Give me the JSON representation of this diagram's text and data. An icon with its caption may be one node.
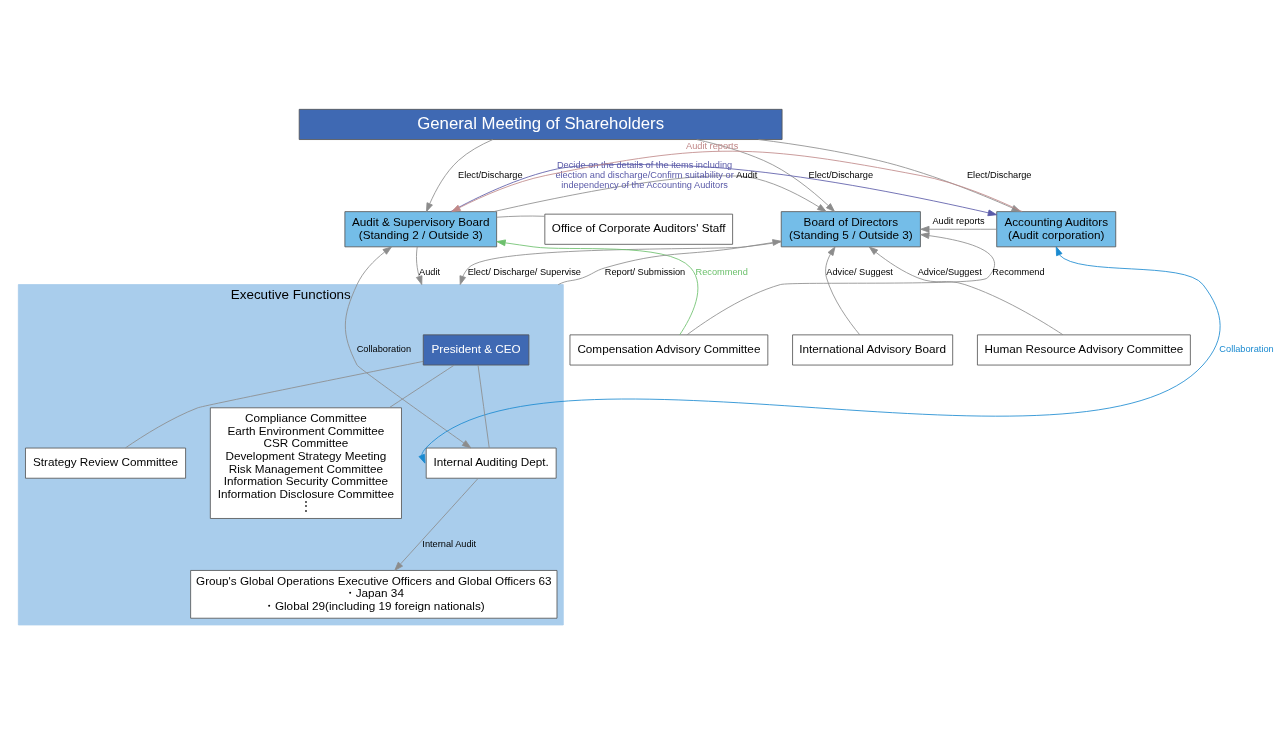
{
  "diagram": {
    "nodes": [
      {
        "text": [
          "General Meeting of Shareholders"
        ]
      },
      {
        "text": [
          "Audit & Supervisory Board",
          "(Standing 2 / Outside 3)"
        ]
      },
      {
        "text": [
          "Office of Corporate Auditors' Staff"
        ]
      },
      {
        "text": [
          "Board of Directors",
          "(Standing 5 / Outside 3)"
        ]
      },
      {
        "text": [
          "Accounting Auditors",
          "(Audit corporation)"
        ]
      },
      {
        "text": [
          "International Advisory Board"
        ]
      },
      {
        "text": [
          "Human Resource Advisory Committee"
        ]
      },
      {
        "text": [
          "Compensation Advisory Committee"
        ]
      },
      {
        "text": [
          "Executive Functions"
        ]
      },
      {
        "text": [
          "President & CEO"
        ],
        "in": 8
      },
      {
        "text": [
          "Internal Auditing Dept."
        ],
        "in": 8
      },
      {
        "text": [
          "Strategy Review Committee"
        ],
        "in": 8
      },
      {
        "text": [
          "Group's Global Operations Executive Officers and Global Officers 63",
          "・Japan 34",
          "・Global 29(including 19 foreign nationals)"
        ],
        "in": 8
      },
      {
        "text": [
          "Compliance Committee",
          "Earth Environment Committee",
          "CSR Committee",
          "Development Strategy Meeting",
          "Risk Management Committee",
          "Information Security Committee",
          "Information Disclosure Committee",
          "⋮"
        ],
        "in": 8
      }
    ],
    "edges": [
      {
        "from": 0,
        "to": 1,
        "arrow": "to",
        "label": "Elect/Discharge"
      },
      {
        "from": 0,
        "to": 3,
        "arrow": "to",
        "label": "Elect/Discharge"
      },
      {
        "from": 0,
        "to": 4,
        "arrow": "to",
        "label": "Elect/Discharge"
      },
      {
        "from": 1,
        "to": 3,
        "arrow": "to",
        "label": "Audit"
      },
      {
        "from": 4,
        "to": 3,
        "arrow": "to",
        "label": "Audit reports"
      },
      {
        "from": 1,
        "to": 2,
        "arrow": "none"
      },
      {
        "from": 5,
        "to": 3,
        "arrow": "to",
        "label": "Advice/ Suggest"
      },
      {
        "from": 6,
        "to": 3,
        "arrow": "to",
        "label": "Advice/Suggest"
      },
      {
        "from": 7,
        "to": 3,
        "arrow": "to",
        "label": "Recommend"
      },
      {
        "from": 3,
        "to": 8,
        "arrow": "to",
        "label": "Elect/ Discharge/ Supervise"
      },
      {
        "from": 8,
        "to": 3,
        "arrow": "to",
        "label": "Report/ Submission"
      },
      {
        "from": 1,
        "to": 8,
        "arrow": "to",
        "label": "Audit"
      },
      {
        "from": 1,
        "to": 10,
        "arrow": "both",
        "label": "Collaboration"
      },
      {
        "from": 9,
        "to": 10,
        "arrow": "none"
      },
      {
        "from": 9,
        "to": 13,
        "arrow": "none"
      },
      {
        "from": 9,
        "to": 11,
        "arrow": "none"
      },
      {
        "from": 10,
        "to": 12,
        "arrow": "to",
        "label": "Internal Audit"
      },
      {
        "from": 4,
        "to": 10,
        "arrow": "both",
        "label": "Collaboration",
        "color": "#1a8ad0"
      },
      {
        "from": 1,
        "to": 4,
        "arrow": "to",
        "label": "Decide on the details of the items including election and discharge/Confirm suitability or independency of the Accounting Auditors",
        "color": "#5a5aa8"
      },
      {
        "from": 7,
        "to": 1,
        "arrow": "to",
        "label": "Recommend",
        "color": "#6cc06c"
      },
      {
        "from": 4,
        "to": 1,
        "arrow": "to",
        "label": "Audit reports",
        "color": "#c08888"
      }
    ]
  }
}
